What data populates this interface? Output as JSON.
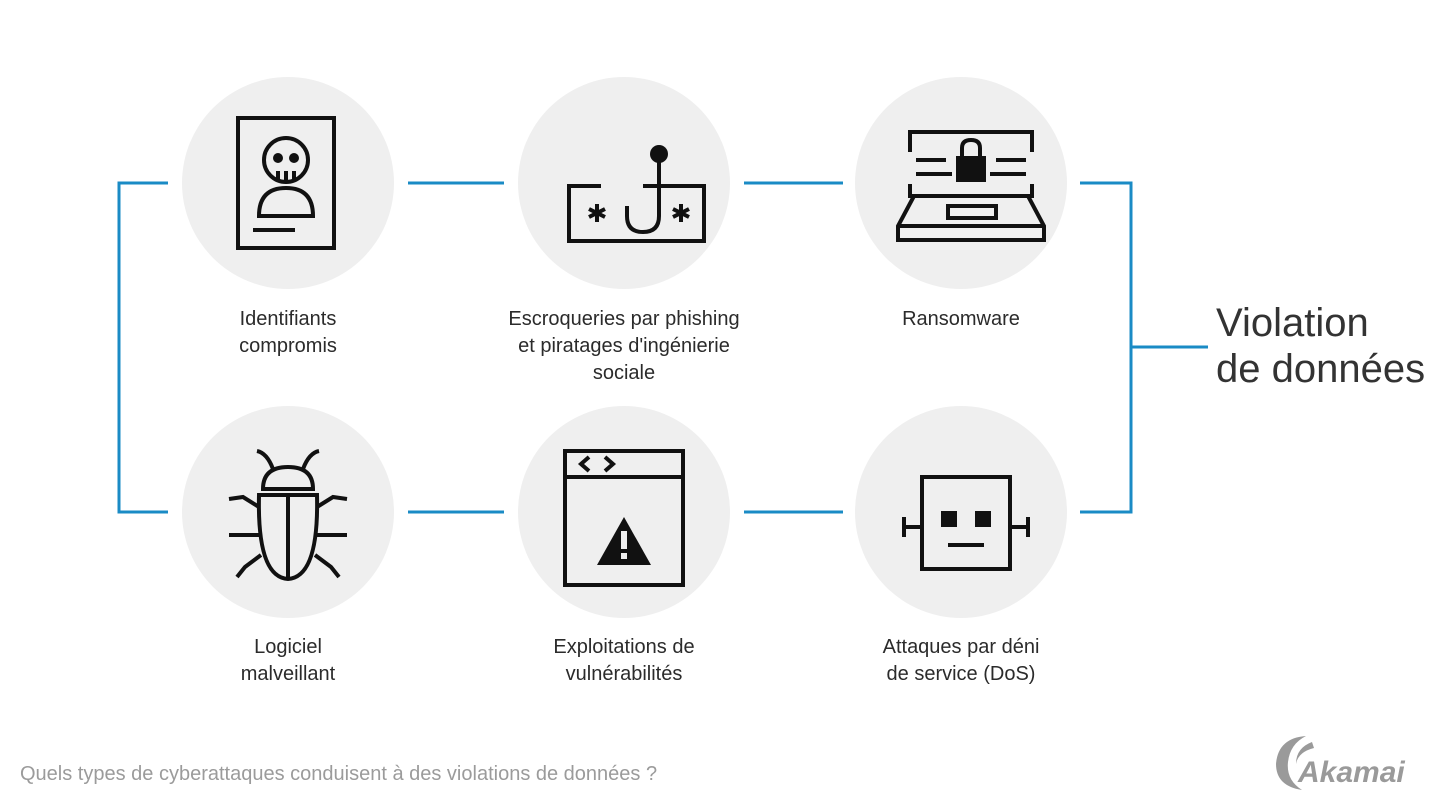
{
  "diagram": {
    "title": "Violation\nde données",
    "caption": "Quels types de cyberattaques conduisent à des violations de données ?",
    "brand": "Akamai",
    "colors": {
      "connector": "#1a8bc5",
      "node_bg": "#efefef",
      "icon": "#111111"
    },
    "nodes": [
      {
        "id": "credentials",
        "label": "Identifiants\ncompromis",
        "icon": "id-card-skull-icon"
      },
      {
        "id": "phishing",
        "label": "Escroqueries par phishing\net piratages d'ingénierie\nsociale",
        "icon": "phishing-hook-icon"
      },
      {
        "id": "ransomware",
        "label": "Ransomware",
        "icon": "laptop-lock-icon"
      },
      {
        "id": "malware",
        "label": "Logiciel\nmalveillant",
        "icon": "bug-icon"
      },
      {
        "id": "exploits",
        "label": "Exploitations de\nvulnérabilités",
        "icon": "browser-warning-icon"
      },
      {
        "id": "dos",
        "label": "Attaques par déni\nde service (DoS)",
        "icon": "robot-icon"
      }
    ]
  }
}
